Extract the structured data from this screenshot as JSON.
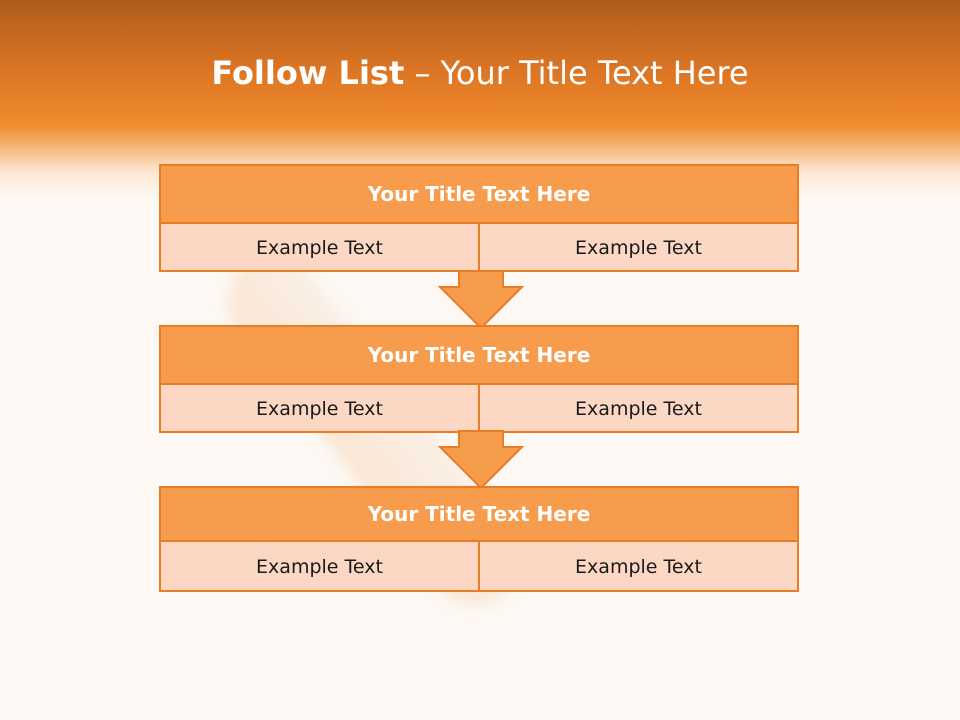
{
  "slide": {
    "title_bold": "Follow List",
    "title_rest": " – Your Title Text Here"
  },
  "colors": {
    "accent": "#f08a2c",
    "box_title_fill": "#f79b4c",
    "box_body_fill": "#fcd7c4",
    "border": "#e87d24"
  },
  "steps": [
    {
      "title": "Your Title Text Here",
      "left": "Example Text",
      "right": "Example Text"
    },
    {
      "title": "Your Title Text Here",
      "left": "Example Text",
      "right": "Example Text"
    },
    {
      "title": "Your Title Text Here",
      "left": "Example Text",
      "right": "Example Text"
    }
  ],
  "connectors": [
    "down-arrow-icon",
    "down-arrow-icon"
  ]
}
